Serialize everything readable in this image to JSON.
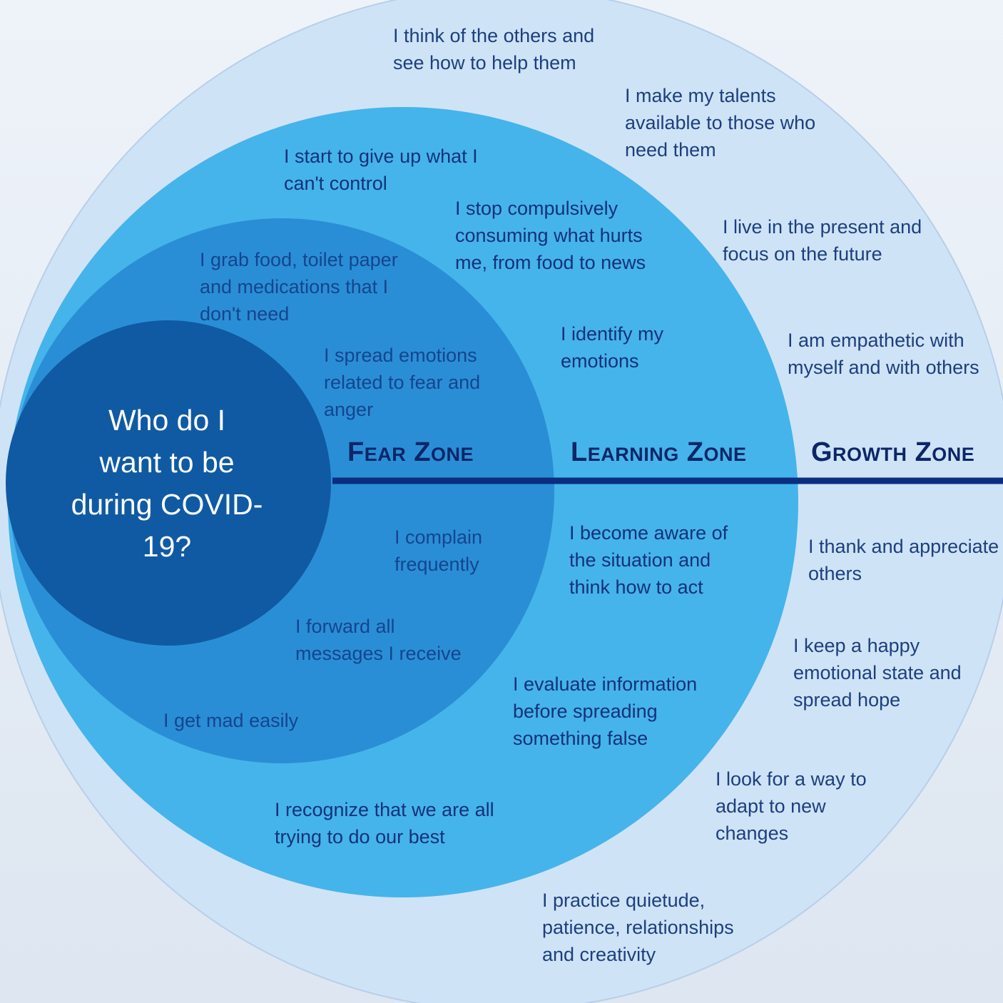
{
  "center_question": "Who do I\nwant to be\nduring COVID-\n19?",
  "zones": {
    "fear": "Fear Zone",
    "learning": "Learning Zone",
    "growth": "Growth Zone"
  },
  "fear_items": [
    "I grab food, toilet paper\nand medications that I\ndon't need",
    "I spread emotions\nrelated to fear and\nanger",
    "I complain\nfrequently",
    "I forward all\nmessages I receive",
    "I get mad easily"
  ],
  "learning_items": [
    "I start to give up what I\ncan't control",
    "I stop compulsively\nconsuming what hurts\nme, from food to news",
    "I identify my\nemotions",
    "I become aware of\nthe situation and\nthink how to act",
    "I evaluate information\nbefore spreading\nsomething false",
    "I recognize that we are all\ntrying to do our best"
  ],
  "growth_items": [
    "I think of the others and\nsee how to help them",
    "I make my talents\navailable to those who\nneed them",
    "I live in the present and\nfocus on the future",
    "I am empathetic with\nmyself and with others",
    "I thank and appreciate\nothers",
    "I keep a happy\nemotional state and\nspread hope",
    "I look for a way to\nadapt to new\nchanges",
    "I practice quietude,\npatience, relationships\nand creativity"
  ],
  "colors": {
    "growth_circle": "#cfe3f7",
    "learning_circle": "#45b4ea",
    "fear_circle": "#2a8ed6",
    "center_circle": "#0f5aa3",
    "divider": "#0a2d80"
  }
}
